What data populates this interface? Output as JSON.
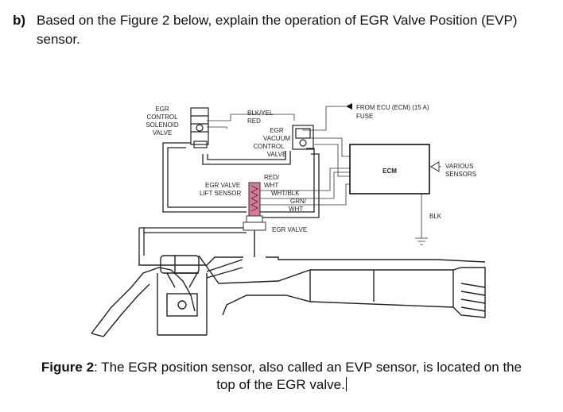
{
  "question": {
    "label": "b)",
    "line1": "Based on the Figure 2 below, explain the operation of EGR Valve Position (EVP)",
    "line2": "sensor."
  },
  "diagram": {
    "labels": {
      "egr_solenoid_1": "EGR",
      "egr_solenoid_2": "CONTROL",
      "egr_solenoid_3": "SOLENOID",
      "egr_solenoid_4": "VALVE",
      "wire_blk_yel": "BLK/YEL",
      "wire_red": "RED",
      "vacuum_1": "EGR",
      "vacuum_2": "VACUUM",
      "vacuum_3": "CONTROL",
      "vacuum_4": "VALVE",
      "fuse_1": "FROM ECU (ECM) (15 A)",
      "fuse_2": "FUSE",
      "ecm": "ECM",
      "various_1": "VARIOUS",
      "various_2": "SENSORS",
      "lift_1": "EGR VALVE",
      "lift_2": "LIFT SENSOR",
      "wire_red_wht_1": "RED/",
      "wire_red_wht_2": "WHT",
      "wire_wht_blk": "WHT/BLK",
      "wire_grn_wht_1": "GRN/",
      "wire_grn_wht_2": "WHT",
      "blk": "BLK",
      "egr_valve": "EGR VALVE"
    },
    "highlight_color": "#d97a9a"
  },
  "caption": {
    "label": "Figure 2",
    "text": ": The EGR position sensor, also called an EVP sensor, is located on the",
    "line2": "top of the EGR valve."
  }
}
